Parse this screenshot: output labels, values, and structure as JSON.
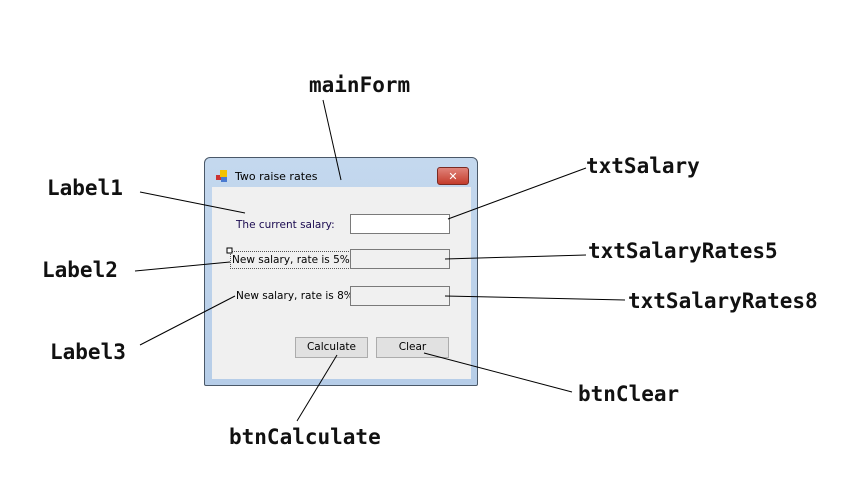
{
  "window": {
    "title": "Two raise rates",
    "close_label": "✕"
  },
  "form": {
    "label1": "The current salary:",
    "label2": "New salary, rate is 5%:",
    "label3": "New salary, rate is 8%:",
    "txtSalary": "",
    "txtSalaryRates5": "",
    "txtSalaryRates8": "",
    "calculate_label": "Calculate",
    "clear_label": "Clear"
  },
  "callouts": {
    "mainForm": "mainForm",
    "Label1": "Label1",
    "Label2": "Label2",
    "Label3": "Label3",
    "txtSalary": "txtSalary",
    "txtSalaryRates5": "txtSalaryRates5",
    "txtSalaryRates8": "txtSalaryRates8",
    "btnClear": "btnClear",
    "btnCalculate": "btnCalculate"
  }
}
